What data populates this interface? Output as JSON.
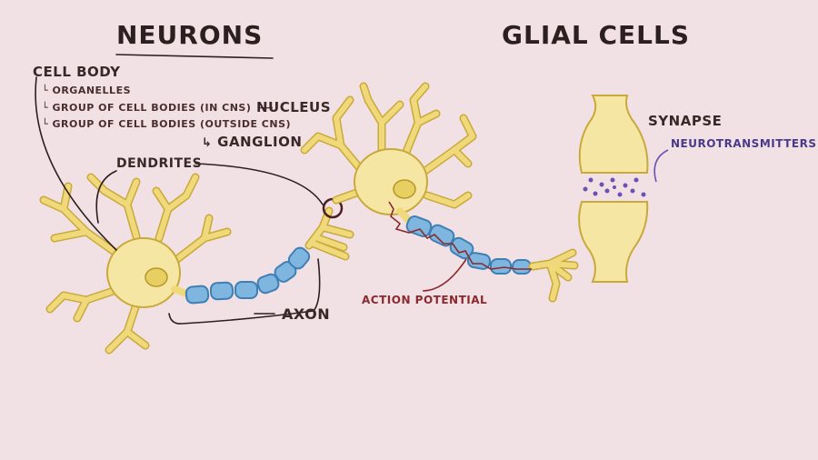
{
  "titles": {
    "neurons": "NEURONS",
    "glial": "GLIAL CELLS"
  },
  "labels": {
    "cell_body": "CELL BODY",
    "organelles": "ORGANELLES",
    "group_cns": "GROUP OF CELL BODIES (IN CNS)",
    "nucleus": "NUCLEUS",
    "group_outside": "GROUP OF CELL BODIES (OUTSIDE CNS)",
    "ganglion": "GANGLION",
    "dendrites": "DENDRITES",
    "axon": "AXON",
    "action_potential": "ACTION POTENTIAL",
    "synapse": "SYNAPSE",
    "neurotransmitters": "NEUROTRANSMITTERS"
  },
  "glyphs": {
    "sub_bracket": "└",
    "arrow_right": "⟶",
    "arrow_hook": "↳"
  },
  "colors": {
    "background": "#f1e1e4",
    "cell_fill": "#f5e6a3",
    "cell_stroke": "#c9a93a",
    "myelin_fill": "#7fb6e0",
    "myelin_stroke": "#3f7fb3",
    "action_potential": "#8a2a2e",
    "neurotransmitter": "#6a52b0"
  }
}
